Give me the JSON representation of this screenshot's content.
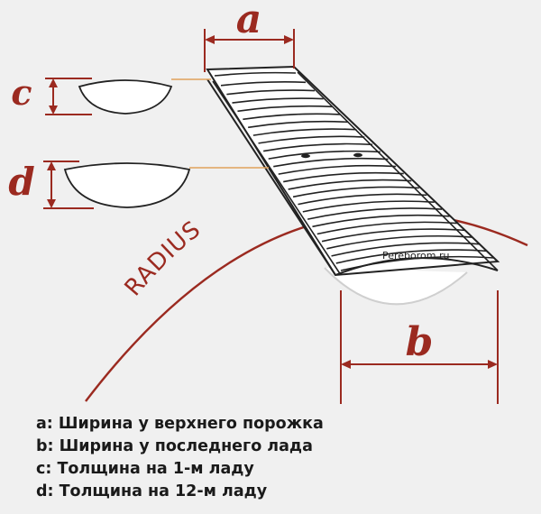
{
  "diagram": {
    "labels": {
      "a": "a",
      "b": "b",
      "c": "c",
      "d": "d",
      "radius": "RADIUS"
    },
    "watermark": "Pereborom.ru",
    "colors": {
      "accent": "#9b2a20",
      "guide": "#e0a15a",
      "outline": "#222222",
      "background": "#f0f0f0"
    }
  },
  "legend": [
    "a: Ширина у верхнего порожка",
    "b: Ширина у последнего лада",
    "c: Толщина на 1-м ладу",
    "d: Толщина на 12-м ладу"
  ]
}
